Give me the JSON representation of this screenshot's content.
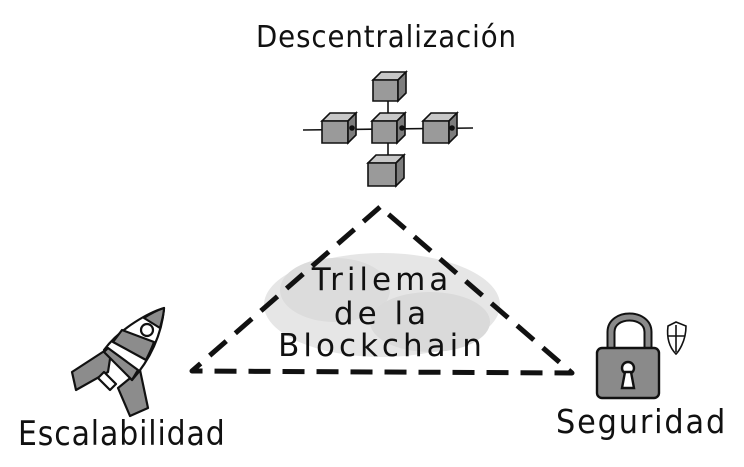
{
  "labels": {
    "top": "Descentralización",
    "left": "Escalabilidad",
    "right": "Seguridad"
  },
  "center_lines": [
    "Trilema",
    "de la",
    "Blockchain"
  ],
  "colors": {
    "ink": "#111111",
    "cube_fill": "#9a9a9a",
    "rocket_fill": "#8c8c8c",
    "lock_fill": "#8a8a8a",
    "cloud_fill": "#e2e2e2"
  },
  "icons": [
    "network-cubes-icon",
    "rocket-icon",
    "padlock-icon",
    "shield-icon"
  ]
}
